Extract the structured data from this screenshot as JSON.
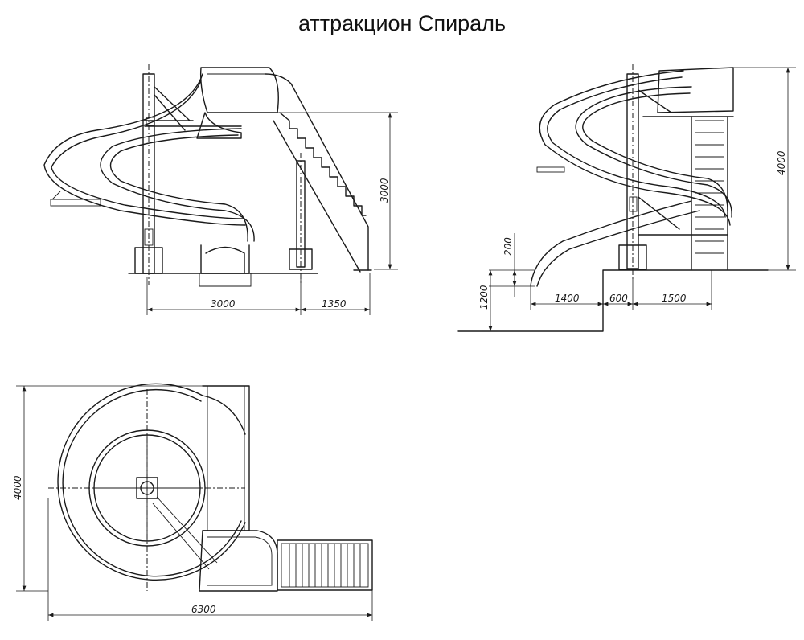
{
  "title": "аттракцион Спираль",
  "views": {
    "front": {
      "dim_width_main": "3000",
      "dim_width_stair": "1350",
      "dim_height": "3000"
    },
    "side": {
      "dim_height": "4000",
      "dim_exit_height": "200",
      "dim_platform_height": "1200",
      "dim_exit_len": "1400",
      "dim_gap": "600",
      "dim_base": "1500"
    },
    "plan": {
      "dim_height": "4000",
      "dim_width": "6300"
    }
  }
}
